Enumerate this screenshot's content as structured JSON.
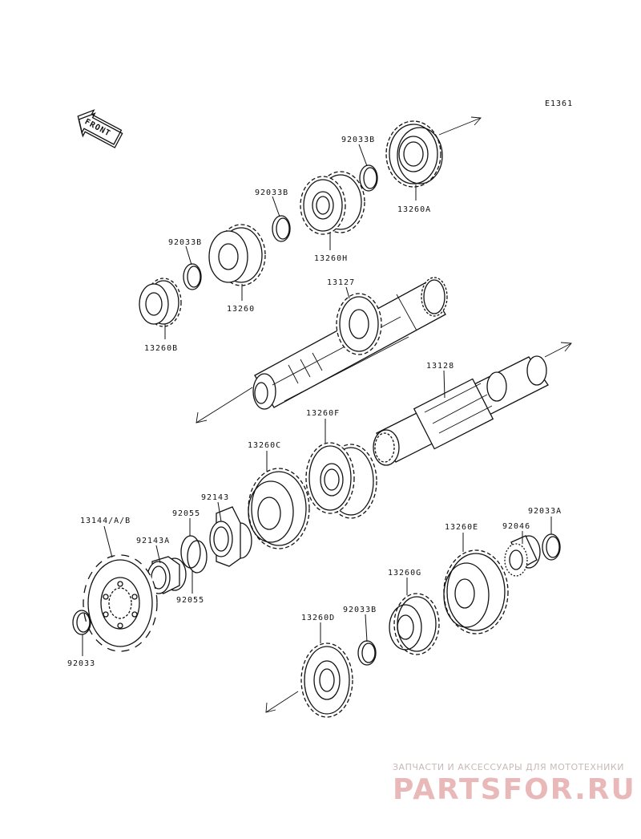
{
  "diagram_id": "E1361",
  "front_label": "FRONT",
  "parts": {
    "p13260A": "13260A",
    "p92033B_1": "92033B",
    "p13260H": "13260H",
    "p92033B_2": "92033B",
    "p13260": "13260",
    "p92033B_3": "92033B",
    "p13260B": "13260B",
    "p13127": "13127",
    "p13128": "13128",
    "p13260F": "13260F",
    "p13260C": "13260C",
    "p92143": "92143",
    "p92055_1": "92055",
    "p13144": "13144/A/B",
    "p92143A": "92143A",
    "p92055_2": "92055",
    "p92033": "92033",
    "p13260E": "13260E",
    "p92046": "92046",
    "p92033A": "92033A",
    "p13260G": "13260G",
    "p92033B_4": "92033B",
    "p13260D": "13260D"
  },
  "watermark": {
    "caption": "ЗАПЧАСТИ И АКСЕССУАРЫ ДЛЯ МОТОТЕХНИКИ",
    "brand": "PARTSFOR.RU"
  }
}
